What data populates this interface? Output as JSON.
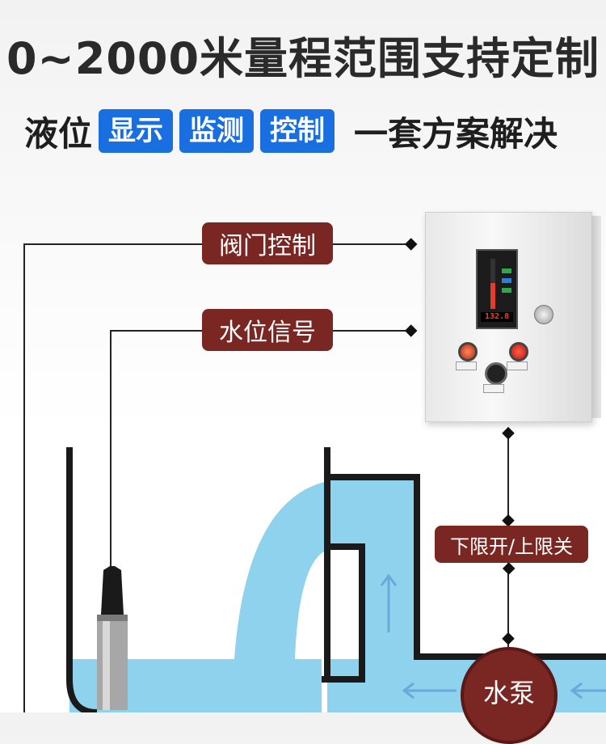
{
  "header": {
    "title": "0~2000米量程范围支持定制",
    "subtitle_prefix": "液位",
    "badges": [
      "显示",
      "监测",
      "控制"
    ],
    "subtitle_suffix": "一套方案解决"
  },
  "labels": {
    "valve_control": "阀门控制",
    "water_level_signal": "水位信号",
    "limit_switch": "下限开/上限关",
    "pump": "水泵"
  },
  "cabinet": {
    "meter_reading": "132.8"
  },
  "colors": {
    "accent_blue": "#1a6fe0",
    "label_red": "#7a2623",
    "water": "#8fd2ee",
    "arrow": "#6aa9d8",
    "outline": "#1a1a1a"
  },
  "icons": [
    "diamond-connector-icon",
    "up-arrow-icon",
    "left-arrow-icon",
    "level-sensor-icon"
  ]
}
